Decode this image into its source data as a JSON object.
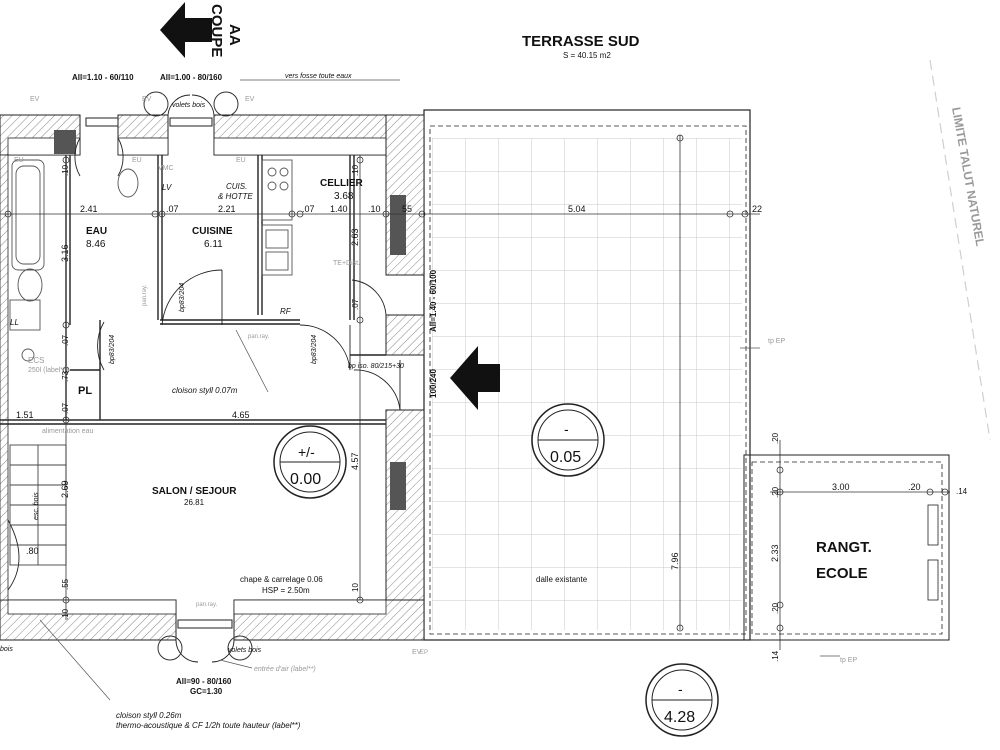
{
  "header": {
    "section_line": "COUPE",
    "section_id": "AA",
    "terrace_title": "TERRASSE SUD",
    "terrace_area": "S = 40.15 m2",
    "boundary_label": "LIMITE TALUT NATUREL"
  },
  "openings": {
    "top_left": "All=1.10 - 60/110",
    "top_mid": "All=1.00 - 80/160",
    "right_door": "All=1.40 - 60/100",
    "entry_size": "100/240",
    "bottom": "All=90 - 80/160",
    "bottom_gc": "GC=1.30",
    "door_bp_a": "bp83/204",
    "door_bp_b": "bp83/204",
    "door_bp_c": "bp83/204",
    "door_bp_iso": "bp iso. 80/215+30",
    "shutters_top": "volets bois",
    "shutters_bottom": "volets bois",
    "shutters_left": "bois"
  },
  "annotations": {
    "drain": "vers fosse toute eaux",
    "ev_1": "EV",
    "ev_2": "EV",
    "ev_3": "EV",
    "ev_4": "EV",
    "eu_1": "EU",
    "eu_2": "EU",
    "eu_3": "EU",
    "vmc": "VMC",
    "lv": "LV",
    "ll": "LL",
    "rf": "RF",
    "kitchen_hood_1": "CUIS.",
    "kitchen_hood_2": "& HOTTE",
    "te_dist": "TE+Dist.",
    "pan_ray_1": "pan.ray.",
    "pan_ray_2": "pan.ray.",
    "pan_ray_3": "pan.ray.",
    "ecs": "ECS",
    "ecs_cap": "250l (label**)",
    "supply": "alimentation eau",
    "partition_1": "cloison styll 0.07m",
    "partition_2": "cloison styll 0.26m",
    "partition_2b": "thermo-acoustique & CF 1/2h toute hauteur (label**)",
    "air_inlet": "entrée d'air (label**)",
    "finish": "chape & carrelage 0.06",
    "hsp": "HSP = 2.50m",
    "slab": "dalle existante",
    "stair": "esc. bois",
    "tp_ep_1": "tp EP",
    "tp_ep_2": "tp EP",
    "ep": "EP"
  },
  "rooms": {
    "eau": {
      "name": "EAU",
      "area": "8.46"
    },
    "cuisine": {
      "name": "CUISINE",
      "area": "6.11"
    },
    "cellier": {
      "name": "CELLIER",
      "area": "3.68"
    },
    "salon": {
      "name": "SALON / SEJOUR",
      "area": "26.81"
    },
    "pl": {
      "name": "PL"
    },
    "rangt_1": "RANGT.",
    "rangt_2": "ECOLE"
  },
  "levels": {
    "interior_sign": "+/-",
    "interior_value": "0.00",
    "terrace_sign": "-",
    "terrace_value": "0.05",
    "exterior_sign": "-",
    "exterior_value": "4.28"
  },
  "dimensions": {
    "top_10a": ".10",
    "top_10b": ".10",
    "d241": "2.41",
    "d07a": ".07",
    "d221": "2.21",
    "d07b": ".07",
    "d140": "1.40",
    "d10c": ".10",
    "d55": "55",
    "d504": "5.04",
    "d22": "22",
    "d316": "3.16",
    "d263": "2.63",
    "d07c": ".07",
    "d07d": ".07",
    "d73": ".73",
    "d07e": ".07",
    "d151": "1.51",
    "d465": "4.65",
    "d457": "4.57",
    "d269": "2.69",
    "d80": ".80",
    "d55b": ".55",
    "d10d": ".10",
    "d10e": "10",
    "d796": "7.96",
    "d20a": ".20",
    "d20b": ".20",
    "d300": "3.00",
    "d20c": ".20",
    "d14a": ".14",
    "d233": "2.33",
    "d20d": ".20",
    "d14b": ".14"
  }
}
